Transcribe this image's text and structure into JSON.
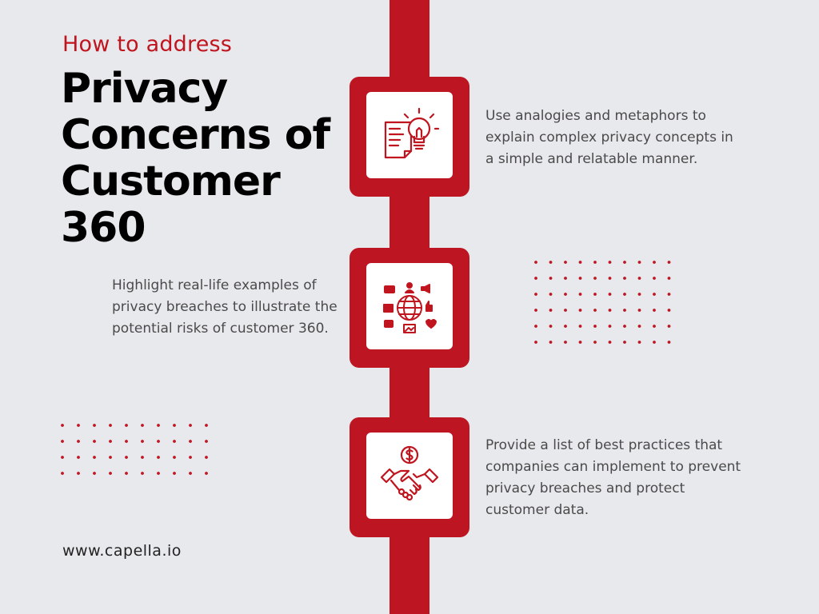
{
  "header": {
    "subtitle": "How to address",
    "title": "Privacy Concerns of Customer 360"
  },
  "items": [
    {
      "icon": "idea-document-icon",
      "text": "Use analogies and metaphors to explain complex privacy concepts in a simple and relatable manner."
    },
    {
      "icon": "globe-social-icon",
      "text": "Highlight real-life examples of privacy breaches to illustrate the potential risks of customer 360."
    },
    {
      "icon": "handshake-dollar-icon",
      "text": "Provide a list of best practices that companies can implement to prevent privacy breaches and protect customer data."
    }
  ],
  "footer": {
    "url": "www.capella.io"
  },
  "colors": {
    "accent": "#bd1622",
    "background": "#e8e9ec",
    "text": "#4a4a4a"
  }
}
